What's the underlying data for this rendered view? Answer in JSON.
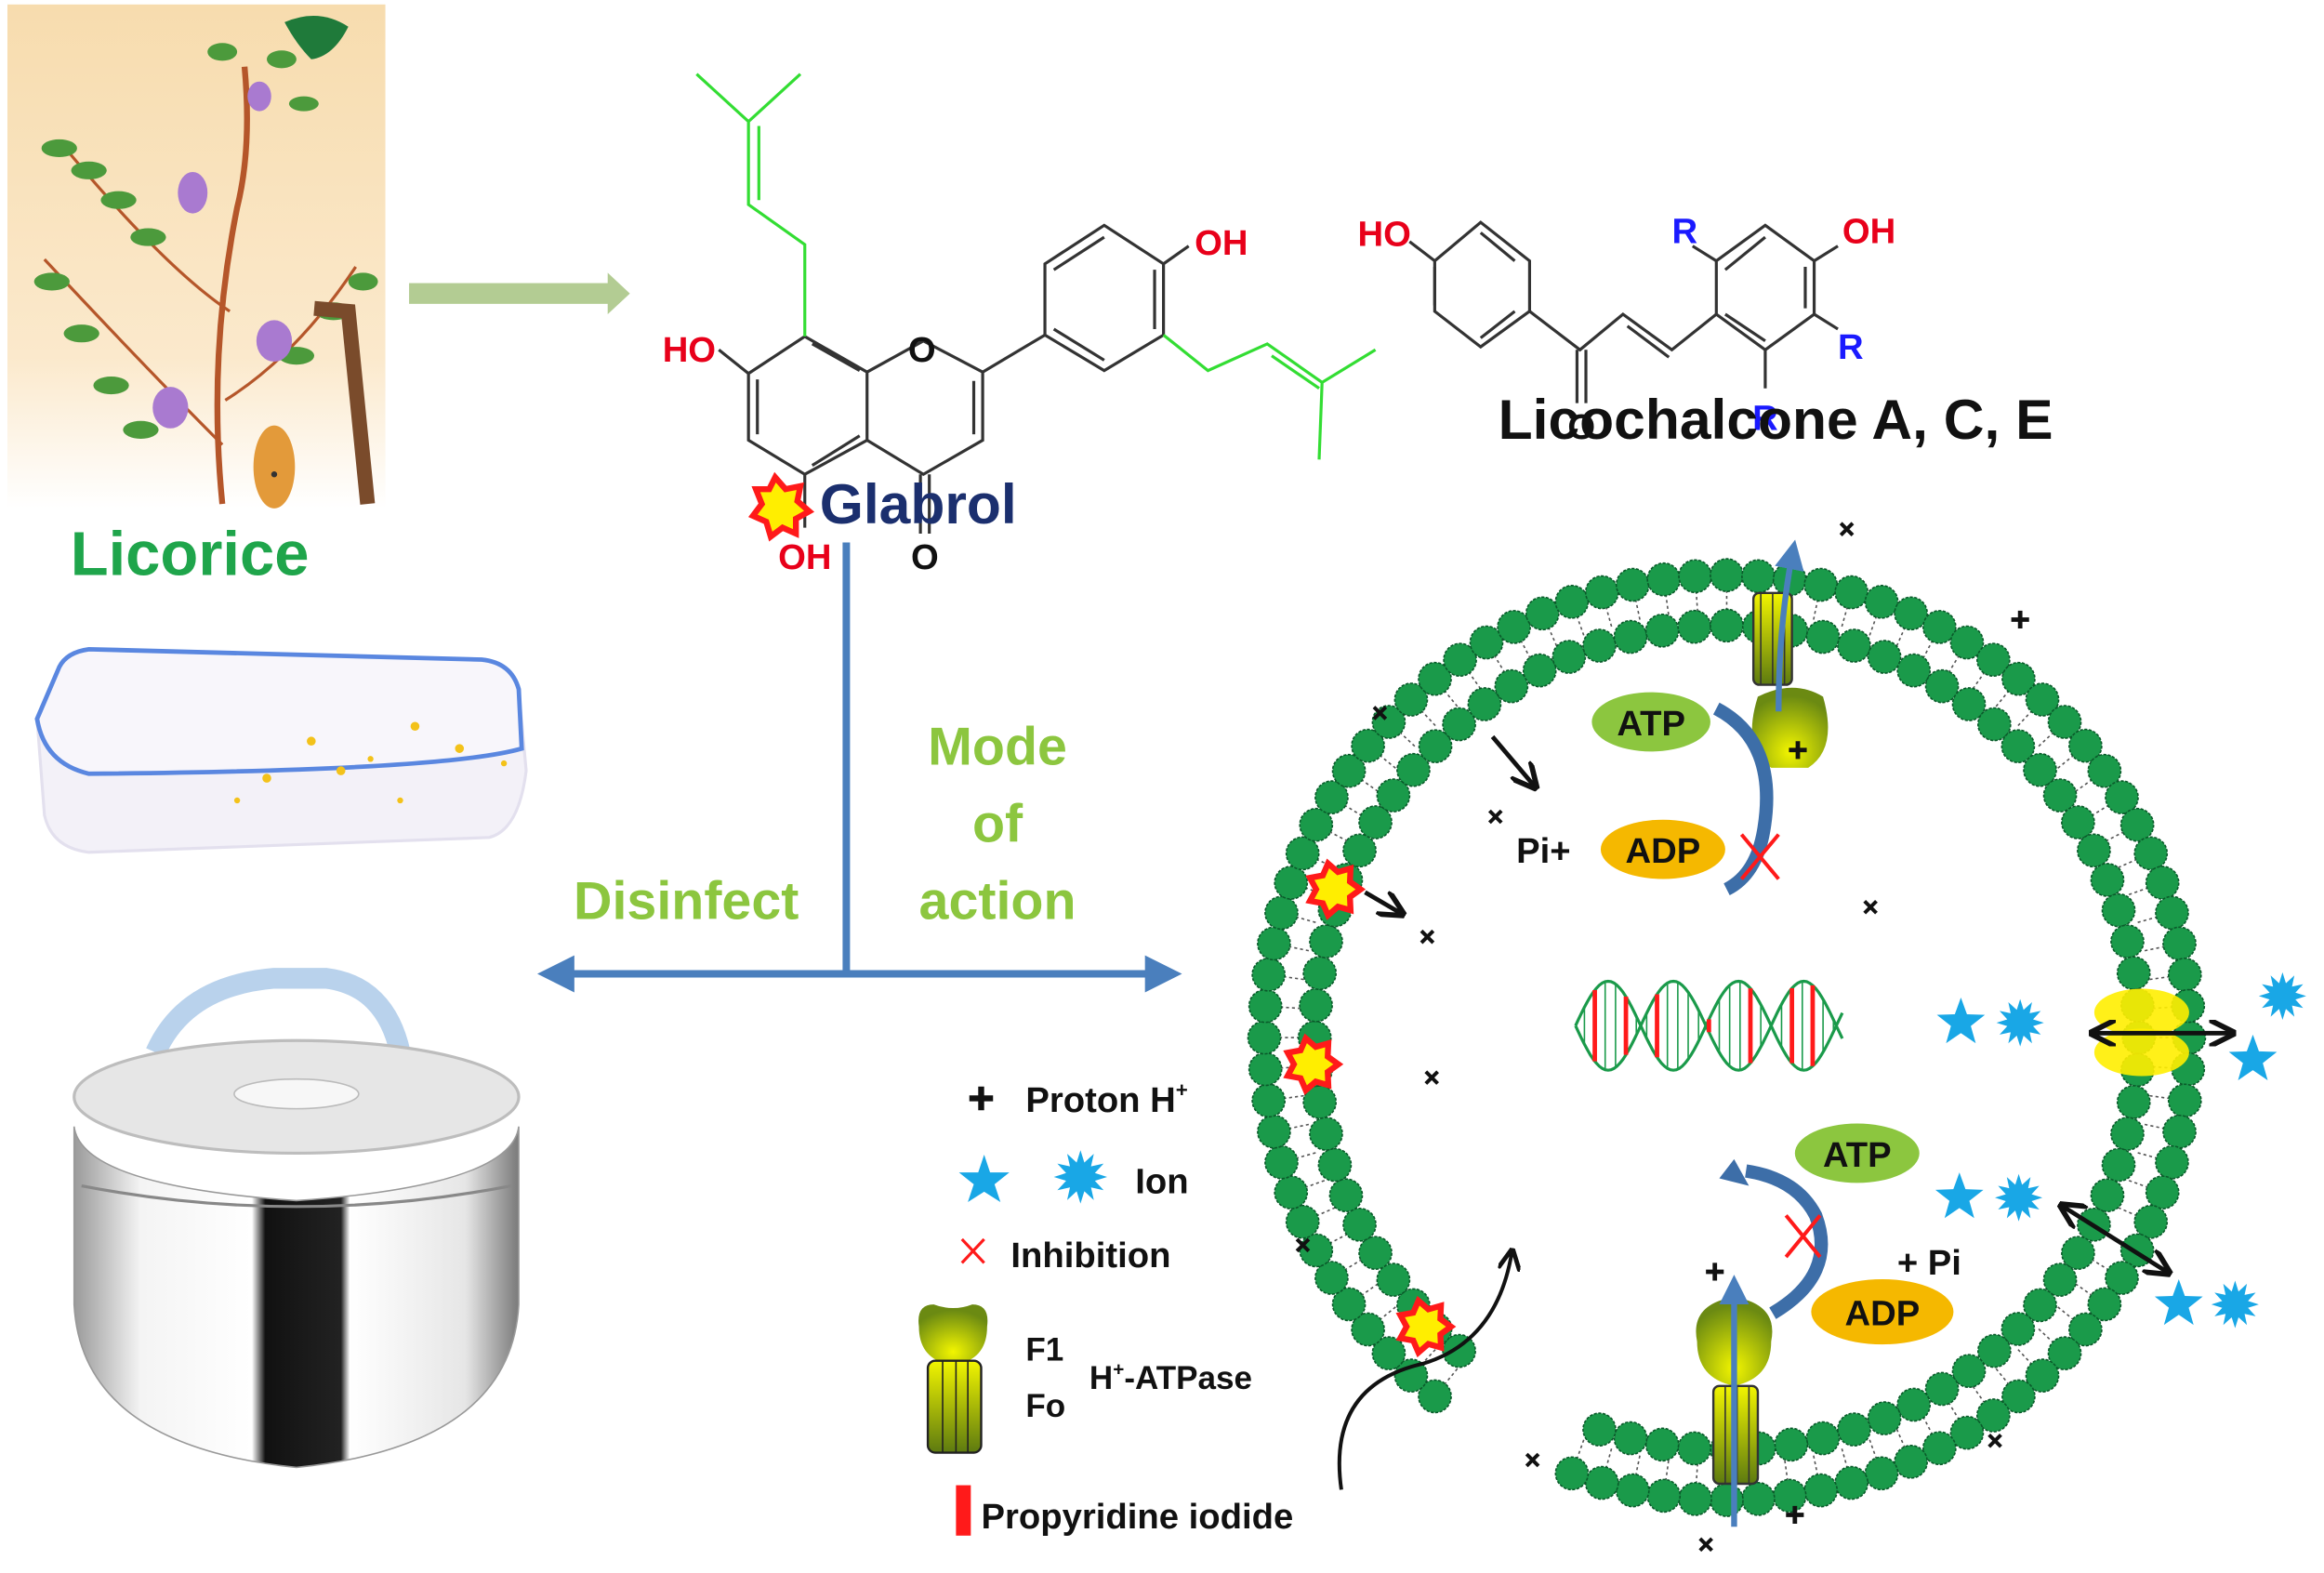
{
  "plant": {
    "label": "Licorice",
    "label_color": "#1fa54b"
  },
  "glabrol": {
    "name": "Glabrol",
    "name_color": "#1b2f6e",
    "labels": {
      "ho_left": "HO",
      "oh_bottom": "OH",
      "o_ring": "O",
      "o_carbonyl": "O",
      "oh_right": "OH"
    }
  },
  "licochalcone": {
    "name": "Licochalcone A, C, E",
    "labels": {
      "ho": "HO",
      "oh": "OH",
      "o": "O",
      "r1": "R",
      "r2": "R",
      "r3": "R"
    }
  },
  "branches": {
    "left_label": "Disinfect",
    "right_label_lines": [
      "Mode",
      "of",
      "action"
    ],
    "label_color": "#8cc63f",
    "arrow_color": "#4a7fbd"
  },
  "cell": {
    "atp_top": "ATP",
    "adp_top": "ADP",
    "pi_top": "Pi+",
    "atp_bottom": "ATP",
    "adp_bottom": "ADP",
    "pi_bottom": "+ Pi",
    "atp_color": "#8cc63f",
    "adp_color": "#f5b800",
    "lipid_color": "#1a9a4a",
    "ion_color": "#19a7e6"
  },
  "legend": {
    "items": [
      {
        "symbol": "plus",
        "label": "Proton H",
        "sup": "+"
      },
      {
        "symbol": "ion",
        "label": "Ion",
        "sup": ""
      },
      {
        "symbol": "inhibition",
        "label": "Inhibition",
        "sup": ""
      },
      {
        "symbol": "atpase",
        "label": "-ATPase",
        "prefix": "H",
        "sup": "+"
      },
      {
        "symbol": "pi-bar",
        "label": "Propyridine iodide",
        "sup": ""
      }
    ],
    "atpase_parts": {
      "f1": "F1",
      "fo": "Fo"
    }
  },
  "products": [
    "plastic-food-container",
    "stainless-steel-lunch-box"
  ]
}
